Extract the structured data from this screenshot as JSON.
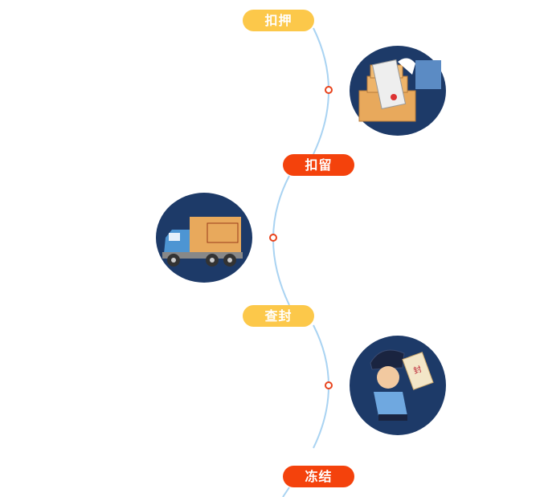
{
  "steps": [
    {
      "label": "扣押",
      "color": "#fcc84a"
    },
    {
      "label": "扣留",
      "color": "#f4420c"
    },
    {
      "label": "查封",
      "color": "#fcc84a"
    },
    {
      "label": "冻结",
      "color": "#f4420c"
    }
  ],
  "colors": {
    "line": "#a9d3f2",
    "dot": "#e8431c",
    "circle_bg": "#1d3a68"
  }
}
